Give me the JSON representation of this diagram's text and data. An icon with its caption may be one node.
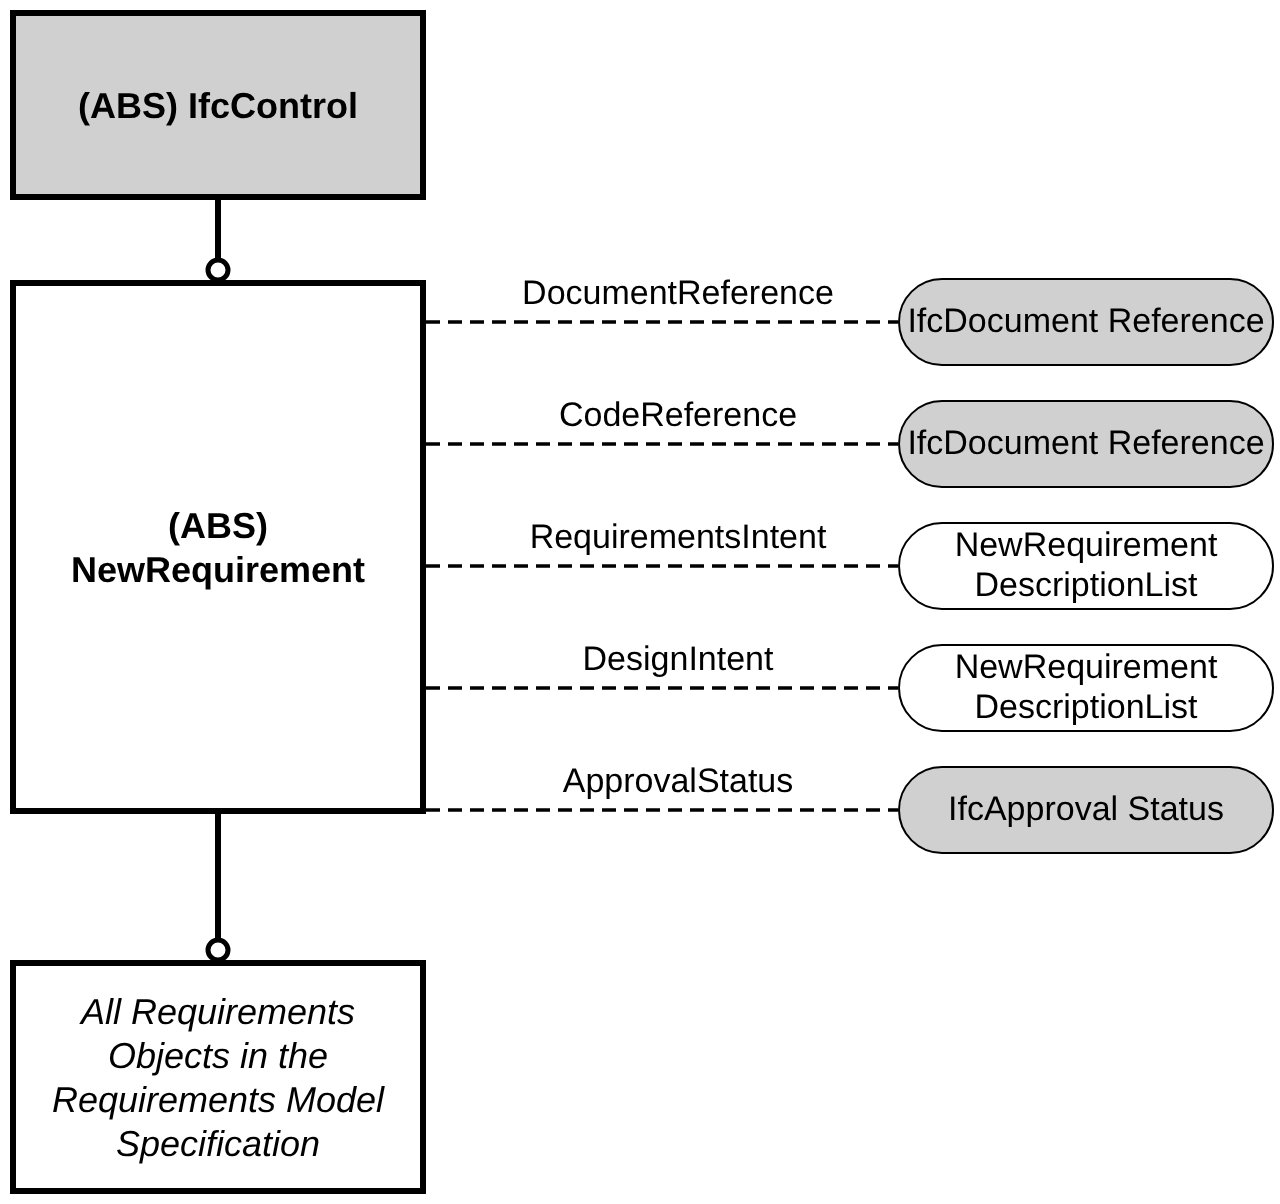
{
  "diagram": {
    "nodes": [
      {
        "text": [
          "(ABS) IfcControl"
        ]
      },
      {
        "text": [
          "(ABS) NewRequirement"
        ]
      },
      {
        "text": [
          "All Requirements Objects in the Requirements Model Specification"
        ]
      },
      {
        "text": [
          "IfcDocument Reference"
        ]
      },
      {
        "text": [
          "IfcDocument Reference"
        ]
      },
      {
        "text": [
          "NewRequirement DescriptionList"
        ]
      },
      {
        "text": [
          "NewRequirement DescriptionList"
        ]
      },
      {
        "text": [
          "IfcApproval Status"
        ]
      }
    ],
    "edges": [
      {
        "from": 0,
        "to": 1,
        "arrow": "other"
      },
      {
        "from": 1,
        "to": 2,
        "arrow": "other"
      },
      {
        "from": 1,
        "to": 3,
        "arrow": "none",
        "style": "dashed",
        "label": "DocumentReference"
      },
      {
        "from": 1,
        "to": 4,
        "arrow": "none",
        "style": "dashed",
        "label": "CodeReference"
      },
      {
        "from": 1,
        "to": 5,
        "arrow": "none",
        "style": "dashed",
        "label": "RequirementsIntent"
      },
      {
        "from": 1,
        "to": 6,
        "arrow": "none",
        "style": "dashed",
        "label": "DesignIntent"
      },
      {
        "from": 1,
        "to": 7,
        "arrow": "none",
        "style": "dashed",
        "label": "ApprovalStatus"
      }
    ]
  }
}
